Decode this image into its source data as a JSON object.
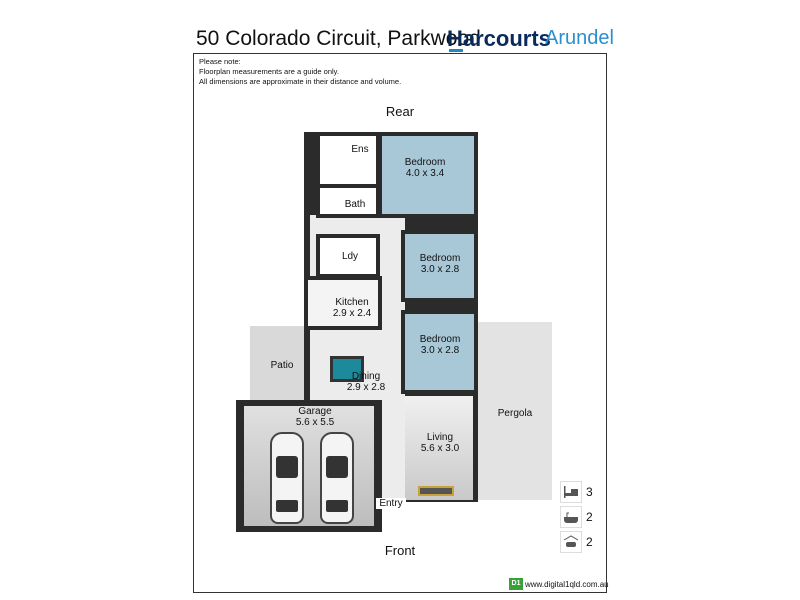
{
  "header": {
    "address": "50 Colorado Circuit, Parkwood",
    "brand": "Harcourts",
    "office": "Arundel"
  },
  "note": {
    "heading": "Please note:",
    "line1": "Floorplan measurements are a guide only.",
    "line2": "All dimensions are approximate in their distance and volume."
  },
  "plan": {
    "rear": "Rear",
    "front": "Front",
    "rooms": [
      {
        "name": "Ens",
        "dims": ""
      },
      {
        "name": "Bedroom",
        "dims": "4.0 x 3.4"
      },
      {
        "name": "Bath",
        "dims": ""
      },
      {
        "name": "Ldy",
        "dims": ""
      },
      {
        "name": "Bedroom",
        "dims": "3.0 x 2.8"
      },
      {
        "name": "Kitchen",
        "dims": "2.9 x 2.4"
      },
      {
        "name": "Bedroom",
        "dims": "3.0 x 2.8"
      },
      {
        "name": "Patio",
        "dims": ""
      },
      {
        "name": "Dining",
        "dims": "2.9 x 2.8"
      },
      {
        "name": "Garage",
        "dims": "5.6 x 5.5"
      },
      {
        "name": "Living",
        "dims": "5.6 x 3.0"
      },
      {
        "name": "Pergola",
        "dims": ""
      },
      {
        "name": "Entry",
        "dims": ""
      }
    ]
  },
  "features": [
    {
      "icon": "bed-icon",
      "count": "3"
    },
    {
      "icon": "bath-icon",
      "count": "2"
    },
    {
      "icon": "car-icon",
      "count": "2"
    }
  ],
  "footer": {
    "logo": "D1",
    "website": "www.digital1qld.com.au"
  },
  "colors": {
    "brand": "#0a2a5c",
    "accent": "#2a8fcf",
    "bedroom": "#a8c8d8"
  }
}
